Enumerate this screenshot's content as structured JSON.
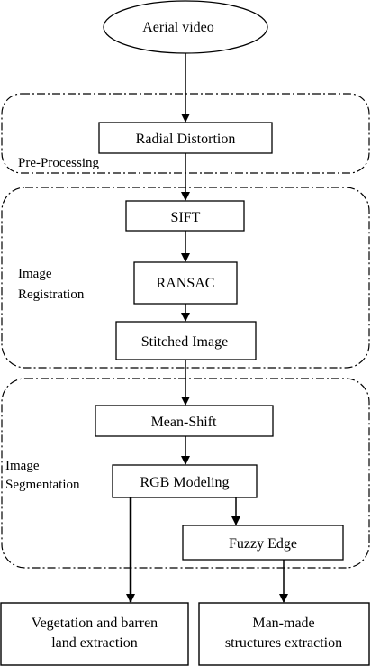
{
  "nodes": {
    "start": "Aerial video",
    "radial": "Radial Distortion",
    "sift": "SIFT",
    "ransac": "RANSAC",
    "stitched": "Stitched Image",
    "meanshift": "Mean-Shift",
    "rgb": "RGB Modeling",
    "fuzzy": "Fuzzy Edge",
    "veg_line1": "Vegetation and barren",
    "veg_line2": "land extraction",
    "man_line1": "Man-made",
    "man_line2": "structures extraction"
  },
  "groups": {
    "preprocessing": "Pre-Processing",
    "registration_line1": "Image",
    "registration_line2": "Registration",
    "segmentation_line1": "Image",
    "segmentation_line2": "Segmentation"
  }
}
